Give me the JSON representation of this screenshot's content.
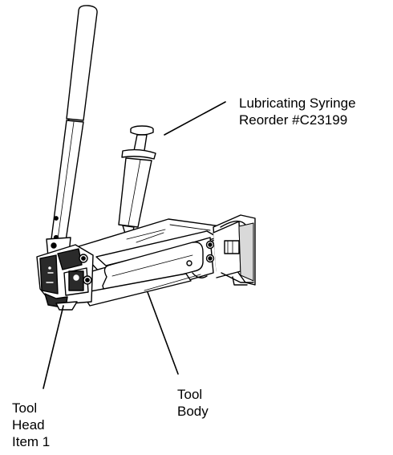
{
  "labels": {
    "syringe": {
      "line1": "Lubricating Syringe",
      "line2": "Reorder #C23199"
    },
    "body": {
      "line1": "Tool",
      "line2": "Body"
    },
    "head": {
      "line1": "Tool",
      "line2": "Head",
      "line3": "Item 1"
    }
  },
  "colors": {
    "ink": "#000000",
    "background": "#ffffff",
    "dark_fill": "#2a2a2a",
    "shade_fill": "#d9d9d9"
  }
}
